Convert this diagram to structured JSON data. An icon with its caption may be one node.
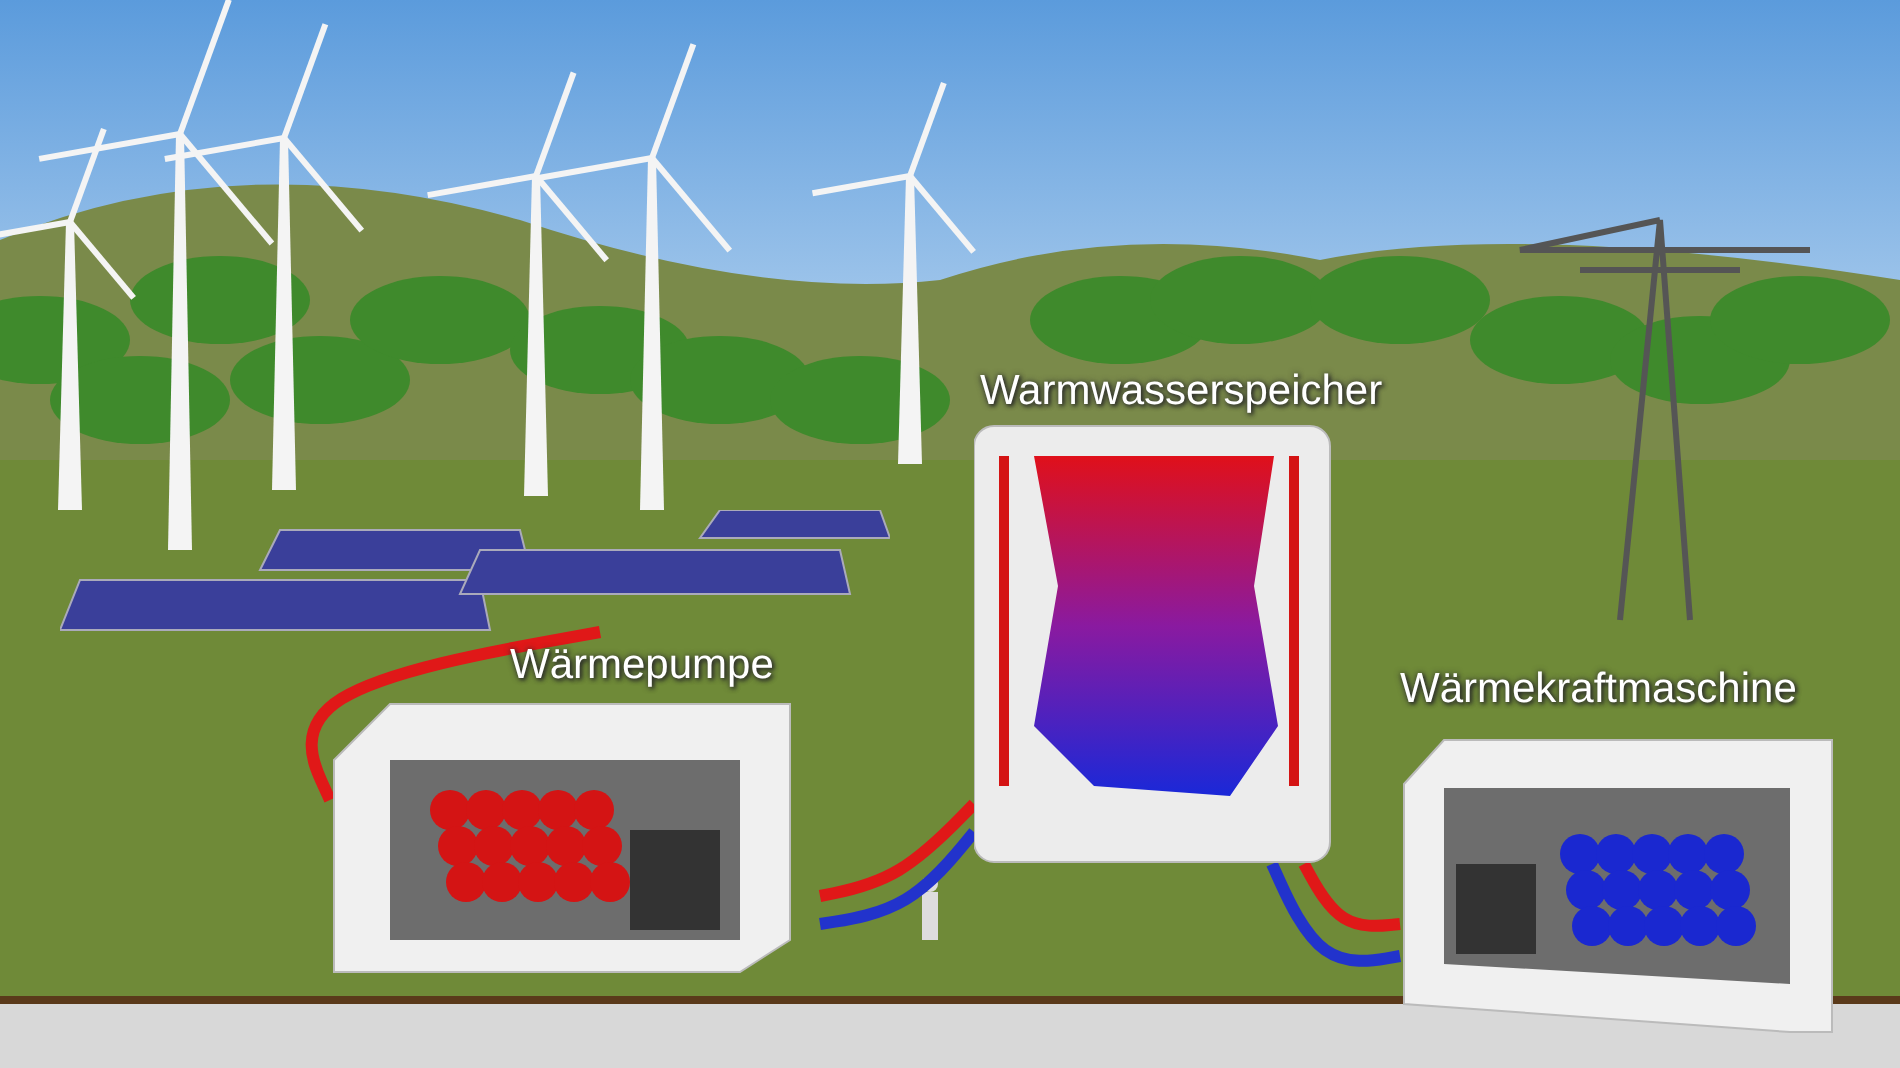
{
  "diagram": {
    "nodes": [
      {
        "text": [
          "Wärmepumpe"
        ]
      },
      {
        "text": [
          "Warmwasserspeicher"
        ]
      },
      {
        "text": [
          "Wärmekraftmaschine"
        ]
      },
      {
        "text": [],
        "shape": "picture"
      }
    ],
    "edges": [
      {
        "from": 3,
        "to": 0,
        "arrow": "none",
        "color": "#e01818"
      },
      {
        "from": 0,
        "to": 1,
        "arrow": "none",
        "color": "#e01818"
      },
      {
        "from": 0,
        "to": 1,
        "arrow": "none",
        "color": "#2233cc"
      },
      {
        "from": 1,
        "to": 2,
        "arrow": "none",
        "color": "#e01818"
      },
      {
        "from": 1,
        "to": 2,
        "arrow": "none",
        "color": "#2233cc"
      }
    ]
  }
}
